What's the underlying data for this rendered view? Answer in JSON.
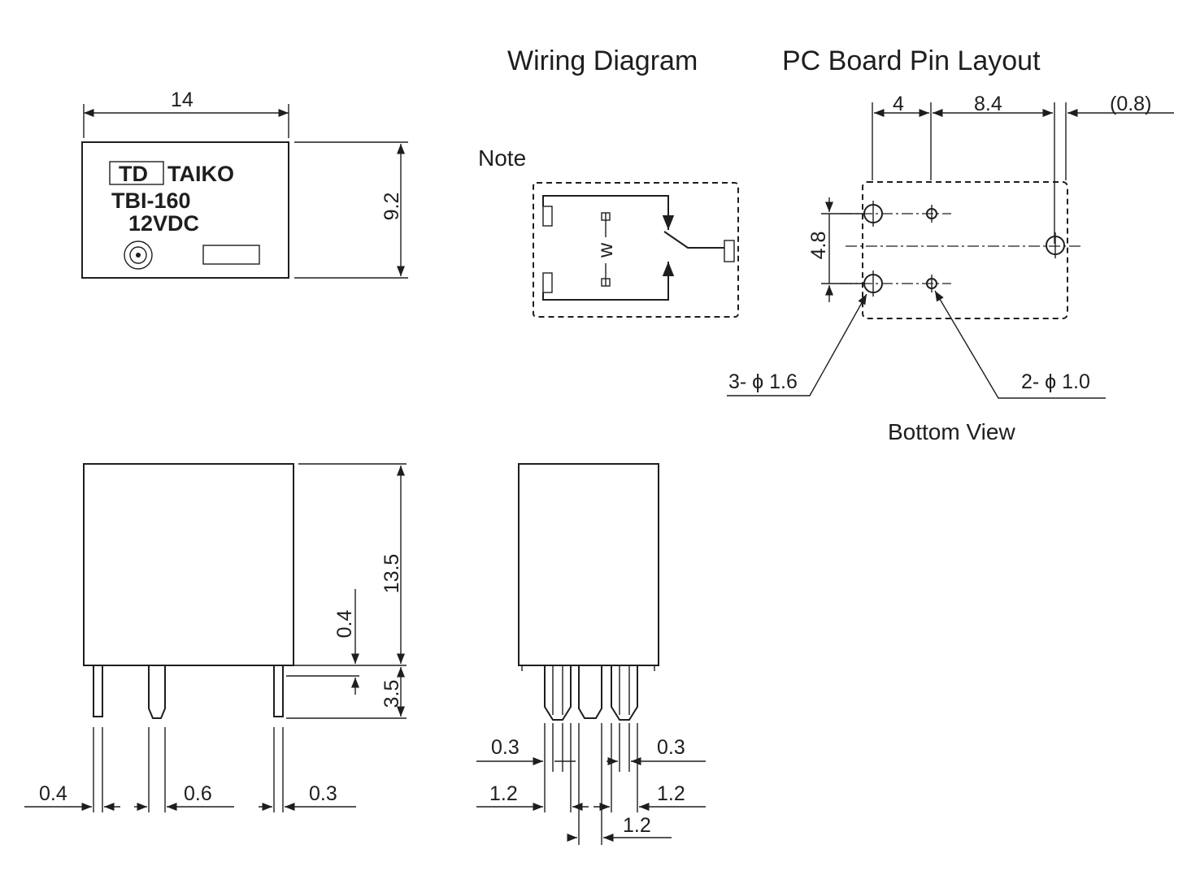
{
  "headings": {
    "wiring": "Wiring Diagram",
    "pcb": "PC Board Pin Layout",
    "note": "Note",
    "bottom_view": "Bottom View"
  },
  "top_view": {
    "brand_box": "TD",
    "brand": "TAIKO",
    "model": "TBI-160",
    "voltage": "12VDC",
    "width": "14",
    "height": "9.2"
  },
  "pcb_layout": {
    "pitch_a": "4",
    "pitch_b": "8.4",
    "offset": "(0.8)",
    "row_pitch": "4.8",
    "large_holes": "3- ϕ 1.6",
    "small_holes": "2- ϕ 1.0"
  },
  "side_view": {
    "body_height": "13.5",
    "standoff": "0.4",
    "pin_length": "3.5",
    "pin_left": "0.4",
    "pin_mid": "0.6",
    "pin_right": "0.3"
  },
  "end_view": {
    "lead_left": "0.3",
    "lead_right": "0.3",
    "gap_left": "1.2",
    "gap_right": "1.2",
    "gap_mid": "1.2"
  },
  "coil_symbol": "w"
}
